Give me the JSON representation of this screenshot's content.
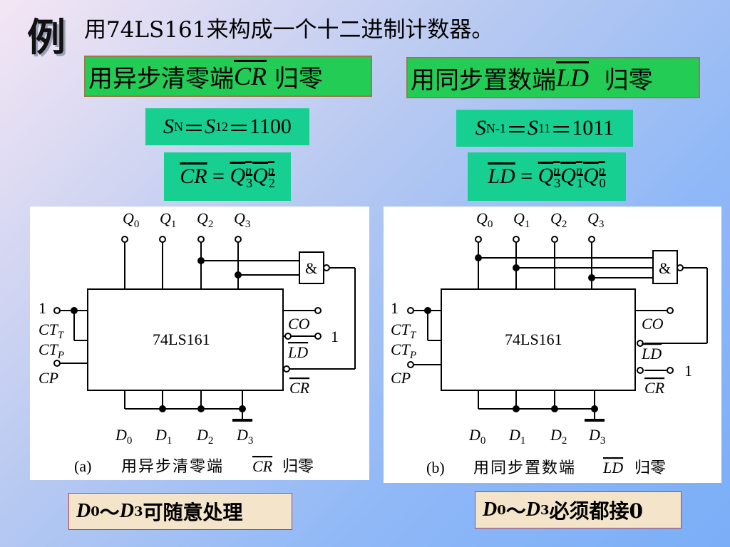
{
  "slide": {
    "example_char": "例",
    "heading": "用74LS161来构成一个十二进制计数器。"
  },
  "left_box": {
    "prefix": "用异步清零端",
    "signal": "CR",
    "suffix": " 归零"
  },
  "right_box": {
    "prefix": "用同步置数端",
    "signal": "LD",
    "suffix": "  归零"
  },
  "left_formula1": {
    "s": "S",
    "n_sub": "N",
    "eq1": "＝",
    "s12": "S",
    "s12_sub": "12",
    "eq2": "＝",
    "value": "1100"
  },
  "right_formula1": {
    "s": "S",
    "n_sub": "N-1",
    "eq1": "＝",
    "s11": "S",
    "s11_sub": "11",
    "eq2": "＝",
    "value": "1011"
  },
  "left_formula2": {
    "lhs": "CR",
    "eq": " = ",
    "rhs_parts": [
      {
        "q": "Q",
        "sup": "n",
        "sub": "3"
      },
      {
        "q": "Q",
        "sup": "n",
        "sub": "2"
      }
    ]
  },
  "right_formula2": {
    "lhs": "LD",
    "eq": " = ",
    "rhs_parts": [
      {
        "q": "Q",
        "sup": "n",
        "sub": "3"
      },
      {
        "q": "Q",
        "sup": "n",
        "sub": "1"
      },
      {
        "q": "Q",
        "sup": "n",
        "sub": "0"
      }
    ]
  },
  "circuit": {
    "chip": "74LS161",
    "gate": "&",
    "q_labels": [
      {
        "q": "Q",
        "sub": "0"
      },
      {
        "q": "Q",
        "sub": "1"
      },
      {
        "q": "Q",
        "sub": "2"
      },
      {
        "q": "Q",
        "sub": "3"
      }
    ],
    "d_labels": [
      {
        "d": "D",
        "sub": "0"
      },
      {
        "d": "D",
        "sub": "1"
      },
      {
        "d": "D",
        "sub": "2"
      },
      {
        "d": "D",
        "sub": "3"
      }
    ],
    "left_pins": {
      "one": "1",
      "ctt": "CT",
      "ctt_sub": "T",
      "ctp": "CT",
      "ctp_sub": "P",
      "cp": "CP"
    },
    "right_pins": {
      "co": "CO",
      "ld": "LD",
      "cr": "CR",
      "one": "1"
    },
    "caption_a": {
      "tag": "(a)",
      "text": "用异步清零端",
      "signal": "CR",
      "suffix": "归零"
    },
    "caption_b": {
      "tag": "(b)",
      "text": "用同步置数端",
      "signal": "LD",
      "suffix": "归零"
    }
  },
  "notes": {
    "left": {
      "d0": "D",
      "d0_sub": "0",
      "tilde": "～",
      "d3": "D",
      "d3_sub": "3",
      "text": "可随意处理"
    },
    "right": {
      "d0": "D",
      "d0_sub": "0",
      "tilde": "～",
      "d3": "D",
      "d3_sub": "3",
      "text": "必须都接0"
    }
  }
}
